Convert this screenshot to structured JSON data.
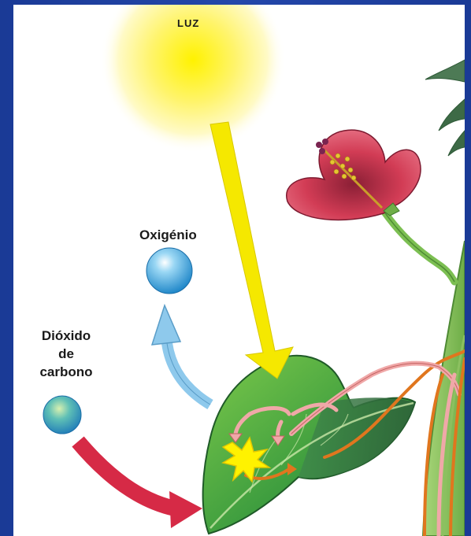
{
  "labels": {
    "light": "LUZ",
    "oxygen": "Oxigénio",
    "co2_line1": "Dióxido",
    "co2_line2": "de",
    "co2_line3": "carbono"
  },
  "colors": {
    "frame_blue": "#1f3f9c",
    "sun_yellow": "#fff200",
    "light_arrow": "#f5e800",
    "oxygen_arrow": "#8ec9ec",
    "co2_arrow": "#d62a46",
    "leaf_green": "#3f9e3f",
    "flower_red": "#d23c55",
    "sugar_pink": "#f0a8a8",
    "water_orange": "#e0761e"
  }
}
